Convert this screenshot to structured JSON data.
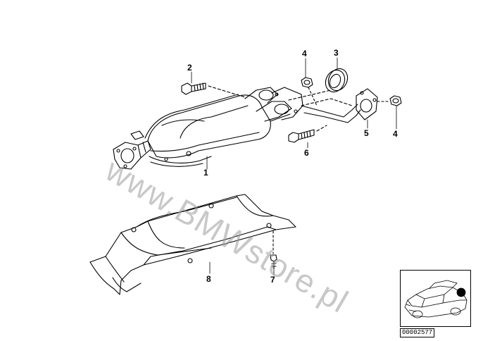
{
  "callouts": {
    "part1": "1",
    "part2": "2",
    "part3": "3",
    "part4a": "4",
    "part4b": "4",
    "part5": "5",
    "part6": "6",
    "part7": "7",
    "part8": "8"
  },
  "watermark": "www.BMWstore.pl",
  "reference": "00002577",
  "colors": {
    "line": "#000000",
    "watermark": "#9c9c9c",
    "highlight": "#000000"
  }
}
